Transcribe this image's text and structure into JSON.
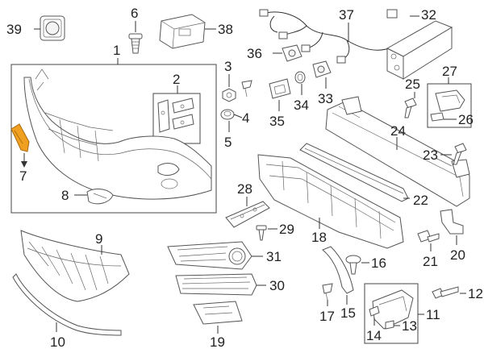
{
  "diagram": {
    "highlight_color": "#f0a020",
    "callouts": [
      "1",
      "2",
      "3",
      "4",
      "5",
      "6",
      "7",
      "8",
      "9",
      "10",
      "11",
      "12",
      "13",
      "14",
      "15",
      "16",
      "17",
      "19",
      "20",
      "21",
      "22",
      "23",
      "24",
      "25",
      "26",
      "27",
      "28",
      "29",
      "30",
      "31",
      "32",
      "33",
      "34",
      "35",
      "36",
      "37",
      "38",
      "39",
      "18"
    ]
  }
}
